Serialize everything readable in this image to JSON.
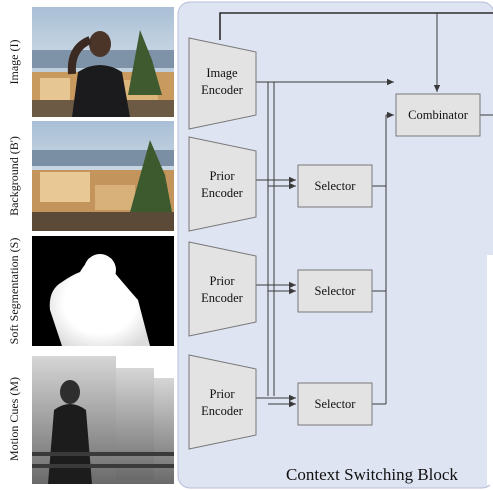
{
  "inputs": [
    {
      "id": "image",
      "label": "Image (I)"
    },
    {
      "id": "background",
      "label": "Background (B')"
    },
    {
      "id": "segmentation",
      "label": "Soft Segmentation (S)"
    },
    {
      "id": "motion",
      "label": "Motion Cues (M)"
    }
  ],
  "encoders": [
    {
      "id": "image-encoder",
      "line1": "Image",
      "line2": "Encoder"
    },
    {
      "id": "prior-encoder-1",
      "line1": "Prior",
      "line2": "Encoder"
    },
    {
      "id": "prior-encoder-2",
      "line1": "Prior",
      "line2": "Encoder"
    },
    {
      "id": "prior-encoder-3",
      "line1": "Prior",
      "line2": "Encoder"
    }
  ],
  "selectors": [
    {
      "id": "selector-1",
      "label": "Selector"
    },
    {
      "id": "selector-2",
      "label": "Selector"
    },
    {
      "id": "selector-3",
      "label": "Selector"
    }
  ],
  "combinator": {
    "label": "Combinator"
  },
  "block_title": "Context Switching Block",
  "colors": {
    "block_fill": "#dfe4f3",
    "block_stroke": "#b7bfd8",
    "node_fill": "#e3e3e3",
    "node_stroke": "#777777",
    "arrow": "#3a3a3a",
    "accent_line": "#2d2d2d"
  }
}
